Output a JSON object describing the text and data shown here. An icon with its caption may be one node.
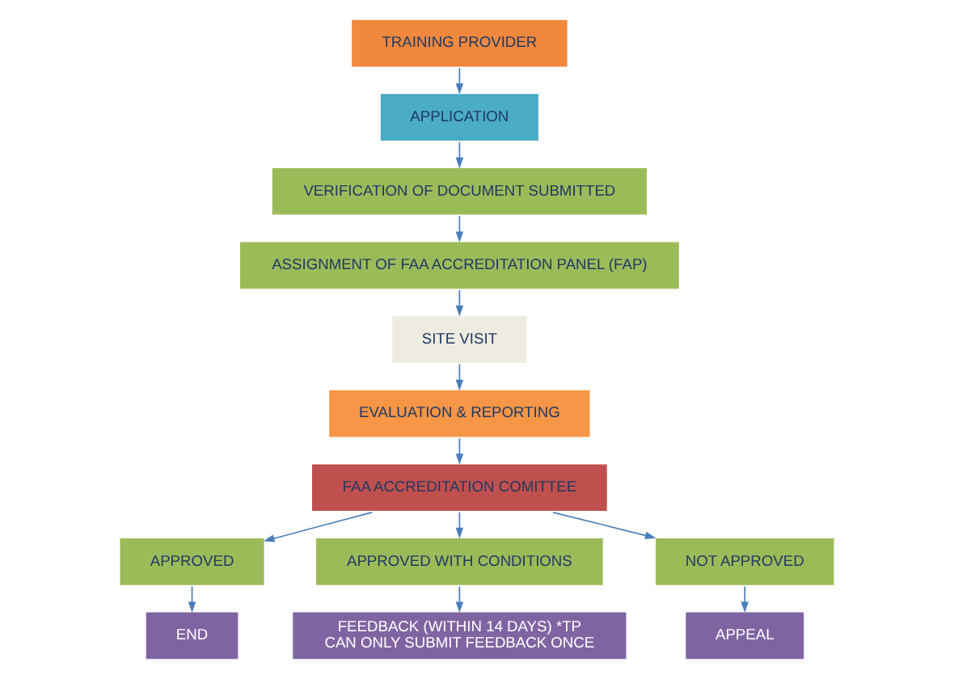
{
  "diagram": {
    "nodes": [
      {
        "text": [
          "TRAINING PROVIDER"
        ]
      },
      {
        "text": [
          "APPLICATION"
        ]
      },
      {
        "text": [
          "VERIFICATION OF DOCUMENT SUBMITTED"
        ]
      },
      {
        "text": [
          "ASSIGNMENT OF FAA ACCREDITATION PANEL (FAP)"
        ]
      },
      {
        "text": [
          "SITE VISIT"
        ]
      },
      {
        "text": [
          "EVALUATION & REPORTING"
        ]
      },
      {
        "text": [
          "FAA ACCREDITATION COMITTEE"
        ]
      },
      {
        "text": [
          "APPROVED"
        ]
      },
      {
        "text": [
          "APPROVED WITH CONDITIONS"
        ]
      },
      {
        "text": [
          "NOT APPROVED"
        ]
      },
      {
        "text": [
          "END"
        ]
      },
      {
        "text": [
          "FEEDBACK (WITHIN 14 DAYS) *TP CAN ONLY SUBMIT FEEDBACK ONCE"
        ]
      },
      {
        "text": [
          "APPEAL"
        ]
      }
    ],
    "edges": [
      {
        "from": 0,
        "to": 1,
        "arrow": "to"
      },
      {
        "from": 1,
        "to": 2,
        "arrow": "to"
      },
      {
        "from": 2,
        "to": 3,
        "arrow": "to"
      },
      {
        "from": 3,
        "to": 4,
        "arrow": "to"
      },
      {
        "from": 4,
        "to": 5,
        "arrow": "to"
      },
      {
        "from": 5,
        "to": 6,
        "arrow": "to"
      },
      {
        "from": 6,
        "to": 7,
        "arrow": "to"
      },
      {
        "from": 6,
        "to": 8,
        "arrow": "to"
      },
      {
        "from": 6,
        "to": 9,
        "arrow": "to"
      },
      {
        "from": 7,
        "to": 10,
        "arrow": "to"
      },
      {
        "from": 8,
        "to": 11,
        "arrow": "to"
      },
      {
        "from": 9,
        "to": 12,
        "arrow": "to"
      }
    ]
  }
}
